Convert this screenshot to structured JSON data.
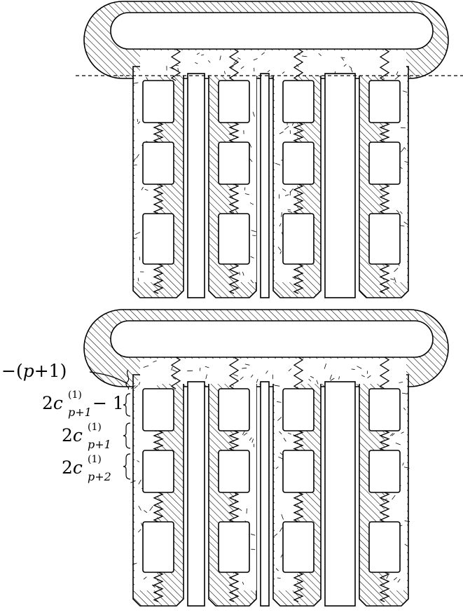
{
  "figure": {
    "panels": [
      {
        "id": "top",
        "dashed_reference_line": true
      },
      {
        "id": "bottom",
        "dashed_reference_line": false
      }
    ],
    "labels": {
      "lead_pre": "−(",
      "lead_var": "p",
      "lead_post": "+1)",
      "label1_coef": "2",
      "label1_var": "c",
      "label1_sup": "(1)",
      "label1_sub": "p+1",
      "label1_tail": " − 1",
      "label2_coef": "2",
      "label2_var": "c",
      "label2_sup": "(1)",
      "label2_sub": "p+1",
      "label3_coef": "2",
      "label3_var": "c",
      "label3_sup": "(1)",
      "label3_sub": "p+2"
    },
    "colors": {
      "ink": "#000000",
      "paper": "#ffffff",
      "hatch": "#000000"
    }
  }
}
